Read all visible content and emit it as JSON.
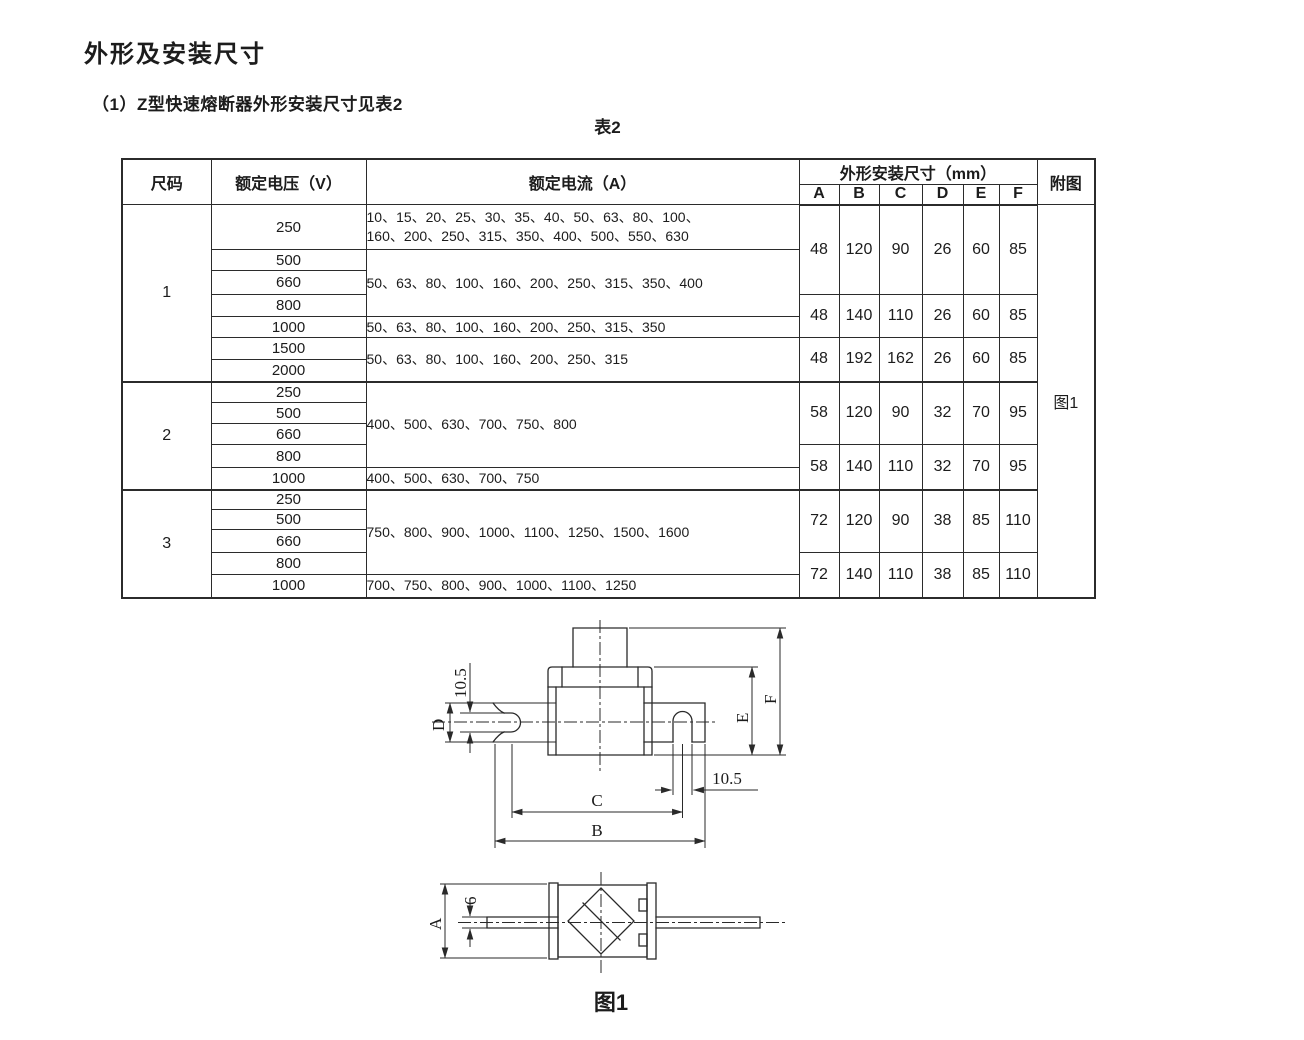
{
  "page": {
    "title": "外形及安装尺寸",
    "subtitle": "（1）Z型快速熔断器外形安装尺寸见表2",
    "table_caption": "表2",
    "figure_caption": "图1"
  },
  "table": {
    "header": {
      "size": "尺码",
      "voltage": "额定电压（V）",
      "current": "额定电流（A）",
      "dims_group": "外形安装尺寸（mm）",
      "dim_cols": [
        "A",
        "B",
        "C",
        "D",
        "E",
        "F"
      ],
      "figure": "附图"
    },
    "figure_ref": "图1",
    "groups": [
      {
        "size": "1",
        "voltages": [
          "250",
          "500",
          "660",
          "800",
          "1000",
          "1500",
          "2000"
        ],
        "currents": [
          "10、15、20、25、30、35、40、50、63、80、100、\n160、200、250、315、350、400、500、550、630",
          "50、63、80、100、160、200、250、315、350、400",
          "50、63、80、100、160、200、250、315、350",
          "50、63、80、100、160、200、250、315"
        ],
        "dims": [
          [
            "48",
            "120",
            "90",
            "26",
            "60",
            "85"
          ],
          [
            "48",
            "140",
            "110",
            "26",
            "60",
            "85"
          ],
          [
            "48",
            "192",
            "162",
            "26",
            "60",
            "85"
          ]
        ]
      },
      {
        "size": "2",
        "voltages": [
          "250",
          "500",
          "660",
          "800",
          "1000"
        ],
        "currents": [
          "400、500、630、700、750、800",
          "400、500、630、700、750"
        ],
        "dims": [
          [
            "58",
            "120",
            "90",
            "32",
            "70",
            "95"
          ],
          [
            "58",
            "140",
            "110",
            "32",
            "70",
            "95"
          ]
        ]
      },
      {
        "size": "3",
        "voltages": [
          "250",
          "500",
          "660",
          "800",
          "1000"
        ],
        "currents": [
          "750、800、900、1000、1100、1250、1500、1600",
          "700、750、800、900、1000、1100、1250"
        ],
        "dims": [
          [
            "72",
            "120",
            "90",
            "38",
            "85",
            "110"
          ],
          [
            "72",
            "140",
            "110",
            "38",
            "85",
            "110"
          ]
        ]
      }
    ]
  },
  "drawing": {
    "labels": {
      "slot_width_top": "10.5",
      "blade_height": "D",
      "body_height": "E",
      "total_height": "F",
      "hole_spacing": "C",
      "overall_width": "B",
      "slot_width_bottom": "10.5",
      "side_height": "A",
      "blade_thickness": "6"
    }
  }
}
